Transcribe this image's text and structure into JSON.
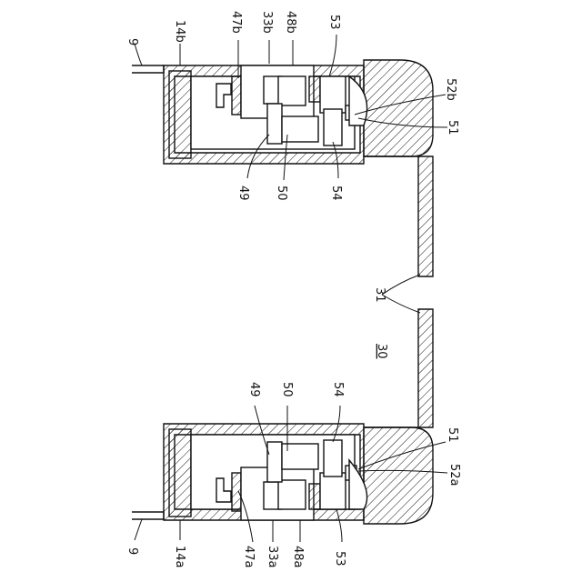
{
  "figure": {
    "labels": {
      "frame_top": "9",
      "frame_bottom": "9",
      "housing_top": "14b",
      "housing_bottom": "14a",
      "part_47b": "47b",
      "part_47a": "47a",
      "module_top": "33b",
      "module_bottom": "33a",
      "part_48b": "48b",
      "part_48a": "48a",
      "part_53_top": "53",
      "part_53_bottom": "53",
      "part_52b": "52b",
      "part_52a": "52a",
      "part_51_top": "51",
      "part_51_bottom": "51",
      "part_49_top": "49",
      "part_49_bottom": "49",
      "part_50_top": "50",
      "part_50_bottom": "50",
      "part_54_top": "54",
      "part_54_bottom": "54",
      "part_31": "31",
      "part_30": "30"
    }
  }
}
